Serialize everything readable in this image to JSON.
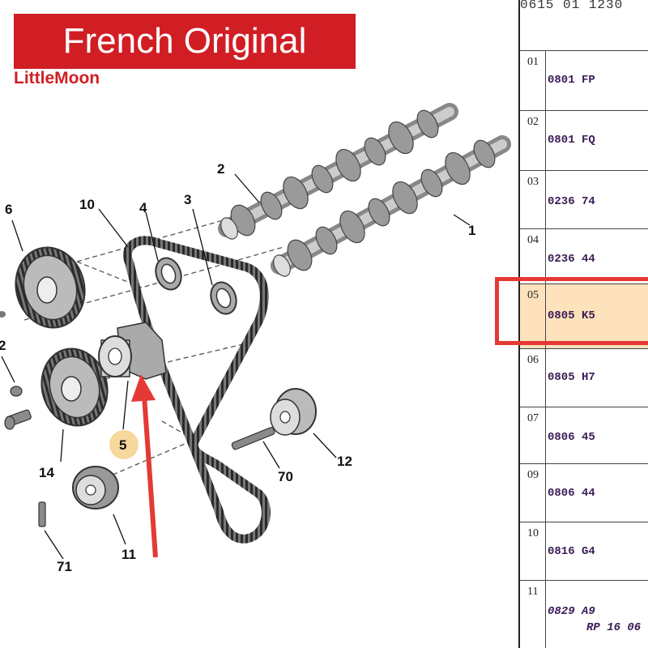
{
  "banner": {
    "text": "French Original"
  },
  "brand": {
    "text": "LittleMoon"
  },
  "colors": {
    "banner_red": "#d01e24",
    "highlight_red": "#e53935",
    "highlight_fill": "#fde2bc",
    "callout_circle": "#f6d79c"
  },
  "callouts": [
    "1",
    "2",
    "3",
    "4",
    "5",
    "6",
    "10",
    "11",
    "12",
    "14",
    "70",
    "71"
  ],
  "callout_partial": "2",
  "table": {
    "header": "0615 01 1230",
    "rows": [
      {
        "index": "01",
        "ref": "0801 FP"
      },
      {
        "index": "02",
        "ref": "0801 FQ"
      },
      {
        "index": "03",
        "ref": "0236 74"
      },
      {
        "index": "04",
        "ref": "0236 44"
      },
      {
        "index": "05",
        "ref": "0805 K5"
      },
      {
        "index": "06",
        "ref": "0805 H7"
      },
      {
        "index": "07",
        "ref": "0806 45"
      },
      {
        "index": "09",
        "ref": "0806 44"
      },
      {
        "index": "10",
        "ref": "0816 G4"
      },
      {
        "index": "11",
        "ref": "0829 A9",
        "ref2": "RP 16 06"
      }
    ]
  }
}
